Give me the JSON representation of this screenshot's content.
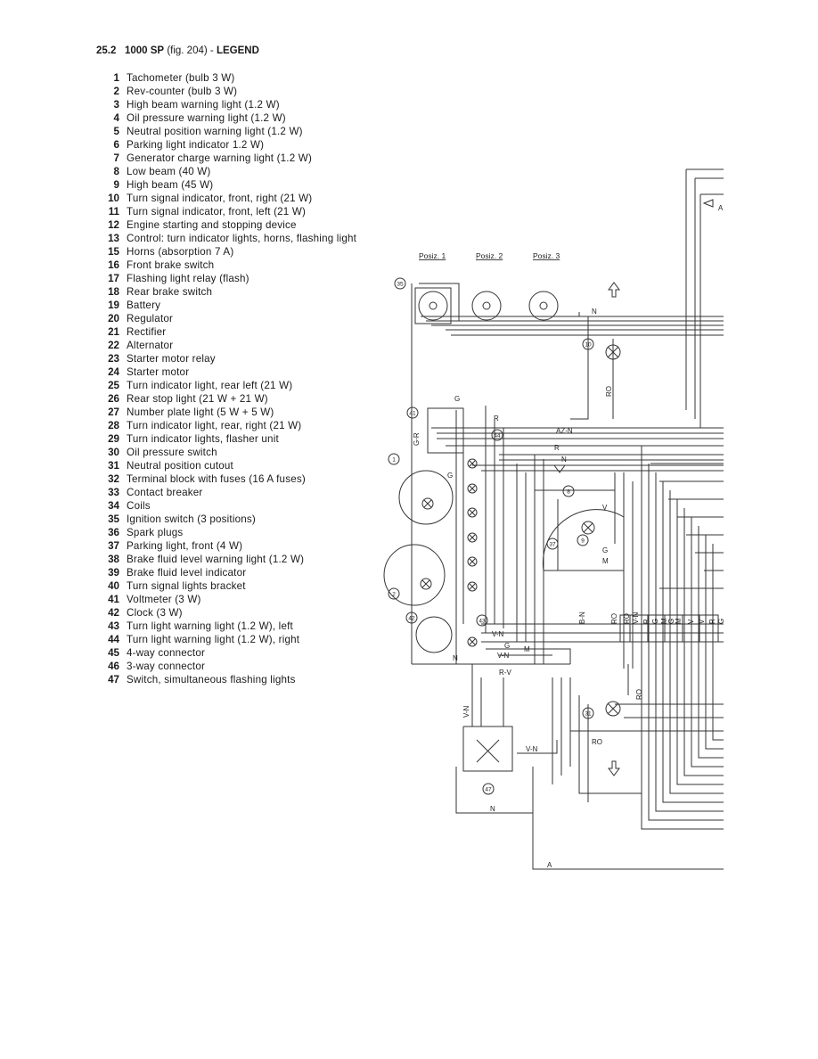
{
  "section": {
    "number": "25.2",
    "model": "1000 SP",
    "figure": "(fig. 204)",
    "separator": "-",
    "title": "LEGEND"
  },
  "legend": [
    {
      "num": "1",
      "text": "Tachometer (bulb 3 W)"
    },
    {
      "num": "2",
      "text": "Rev-counter (bulb 3 W)"
    },
    {
      "num": "3",
      "text": "High beam warning light (1.2 W)"
    },
    {
      "num": "4",
      "text": "Oil pressure warning light (1.2 W)"
    },
    {
      "num": "5",
      "text": "Neutral position warning light (1.2 W)"
    },
    {
      "num": "6",
      "text": "Parking light indicator 1.2 W)"
    },
    {
      "num": "7",
      "text": "Generator charge warning light (1.2 W)"
    },
    {
      "num": "8",
      "text": "Low beam (40 W)"
    },
    {
      "num": "9",
      "text": "High beam (45 W)"
    },
    {
      "num": "10",
      "text": "Turn signal indicator, front, right (21 W)"
    },
    {
      "num": "11",
      "text": "Turn signal indicator, front, left (21 W)"
    },
    {
      "num": "12",
      "text": "Engine starting and stopping device"
    },
    {
      "num": "13",
      "text": "Control: turn indicator lights, horns, flashing light"
    },
    {
      "num": "15",
      "text": "Horns (absorption 7 A)"
    },
    {
      "num": "16",
      "text": "Front brake switch"
    },
    {
      "num": "17",
      "text": "Flashing light relay (flash)"
    },
    {
      "num": "18",
      "text": "Rear brake switch"
    },
    {
      "num": "19",
      "text": "Battery"
    },
    {
      "num": "20",
      "text": "Regulator"
    },
    {
      "num": "21",
      "text": "Rectifier"
    },
    {
      "num": "22",
      "text": "Alternator"
    },
    {
      "num": "23",
      "text": "Starter motor relay"
    },
    {
      "num": "24",
      "text": "Starter motor"
    },
    {
      "num": "25",
      "text": "Turn indicator light, rear left (21 W)"
    },
    {
      "num": "26",
      "text": "Rear stop light (21 W + 21 W)"
    },
    {
      "num": "27",
      "text": "Number plate light (5 W + 5 W)"
    },
    {
      "num": "28",
      "text": "Turn indicator light, rear, right (21 W)"
    },
    {
      "num": "29",
      "text": "Turn indicator lights, flasher unit"
    },
    {
      "num": "30",
      "text": "Oil pressure switch"
    },
    {
      "num": "31",
      "text": "Neutral position cutout"
    },
    {
      "num": "32",
      "text": "Terminal block with fuses (16 A fuses)"
    },
    {
      "num": "33",
      "text": "Contact breaker"
    },
    {
      "num": "34",
      "text": "Coils"
    },
    {
      "num": "35",
      "text": "Ignition switch (3 positions)"
    },
    {
      "num": "36",
      "text": "Spark plugs"
    },
    {
      "num": "37",
      "text": "Parking light, front (4 W)"
    },
    {
      "num": "38",
      "text": "Brake fluid level warning light (1.2 W)"
    },
    {
      "num": "39",
      "text": "Brake fluid level indicator"
    },
    {
      "num": "40",
      "text": "Turn signal lights bracket"
    },
    {
      "num": "41",
      "text": "Voltmeter (3 W)"
    },
    {
      "num": "42",
      "text": "Clock (3 W)"
    },
    {
      "num": "43",
      "text": "Turn light warning light (1.2 W), left"
    },
    {
      "num": "44",
      "text": "Turn light warning light (1.2 W), right"
    },
    {
      "num": "45",
      "text": "4-way connector"
    },
    {
      "num": "46",
      "text": "3-way connector"
    },
    {
      "num": "47",
      "text": "Switch, simultaneous flashing lights"
    }
  ],
  "diagram": {
    "positions": [
      "Posiz. 1",
      "Posiz. 2",
      "Posiz. 3"
    ],
    "components": [
      "35",
      "10",
      "41",
      "44",
      "1",
      "8",
      "9",
      "37",
      "2",
      "42",
      "43",
      "31",
      "47"
    ],
    "wire_labels": [
      "N",
      "RO",
      "G",
      "R",
      "G-R",
      "AZ-N",
      "R",
      "N",
      "G",
      "V",
      "G",
      "M",
      "V-N",
      "G",
      "M",
      "V-N",
      "R-V",
      "N",
      "B-N",
      "RO",
      "RO",
      "V-N",
      "R",
      "G",
      "M",
      "G",
      "M",
      "V",
      "V",
      "R",
      "G",
      "RO",
      "V-N",
      "V-N",
      "RO",
      "N",
      "A",
      "A",
      "N"
    ]
  }
}
